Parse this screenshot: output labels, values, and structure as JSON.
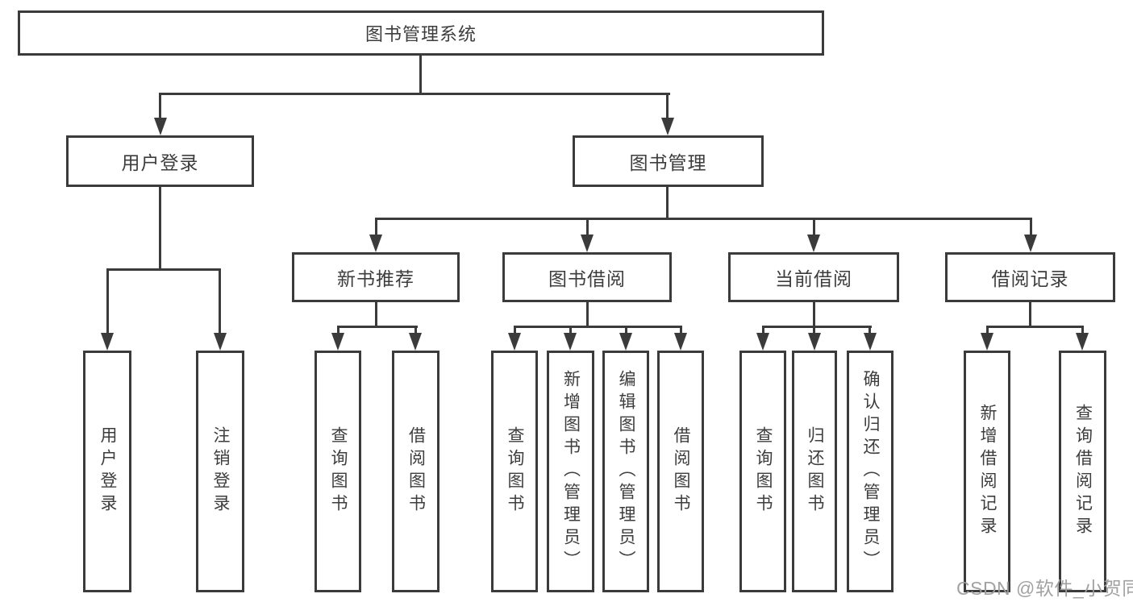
{
  "tree": {
    "root": {
      "label": "图书管理系统"
    },
    "branches": [
      {
        "label": "用户登录",
        "children": [
          {
            "label": "用户登录"
          },
          {
            "label": "注销登录"
          }
        ]
      },
      {
        "label": "图书管理",
        "children": [
          {
            "label": "新书推荐",
            "children": [
              {
                "label": "查询图书"
              },
              {
                "label": "借阅图书"
              }
            ]
          },
          {
            "label": "图书借阅",
            "children": [
              {
                "label": "查询图书"
              },
              {
                "label": "新增图书（管理员）"
              },
              {
                "label": "编辑图书（管理员）"
              },
              {
                "label": "借阅图书"
              }
            ]
          },
          {
            "label": "当前借阅",
            "children": [
              {
                "label": "查询图书"
              },
              {
                "label": "归还图书"
              },
              {
                "label": "确认归还（管理员）"
              }
            ]
          },
          {
            "label": "借阅记录",
            "children": [
              {
                "label": "新增借阅记录"
              },
              {
                "label": "查询借阅记录"
              }
            ]
          }
        ]
      }
    ]
  },
  "watermark": {
    "text": "CSDN @软件_小贺同学"
  },
  "colors": {
    "line": "#3b3b3b",
    "text": "#3d3d3d",
    "watermark": "#9d9d9d",
    "background": "#ffffff"
  }
}
